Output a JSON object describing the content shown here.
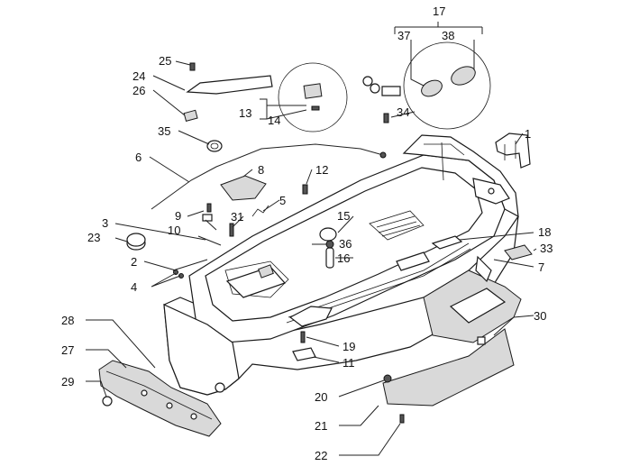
{
  "parts": {
    "p1": "1",
    "p2": "2",
    "p3": "3",
    "p4": "4",
    "p5": "5",
    "p6": "6",
    "p7": "7",
    "p8": "8",
    "p9": "9",
    "p10": "10",
    "p11": "11",
    "p12": "12",
    "p13": "13",
    "p14": "14",
    "p15": "15",
    "p16": "16",
    "p17": "17",
    "p18": "18",
    "p19": "19",
    "p20": "20",
    "p21": "21",
    "p22": "22",
    "p23": "23",
    "p24": "24",
    "p25": "25",
    "p26": "26",
    "p27": "27",
    "p28": "28",
    "p29": "29",
    "p30": "30",
    "p31": "31",
    "p33": "33",
    "p34": "34",
    "p35": "35",
    "p36": "36",
    "p37": "37",
    "p38": "38"
  },
  "colors": {
    "line": "#222222",
    "fill": "#ffffff",
    "shade": "#d9d9d9"
  }
}
